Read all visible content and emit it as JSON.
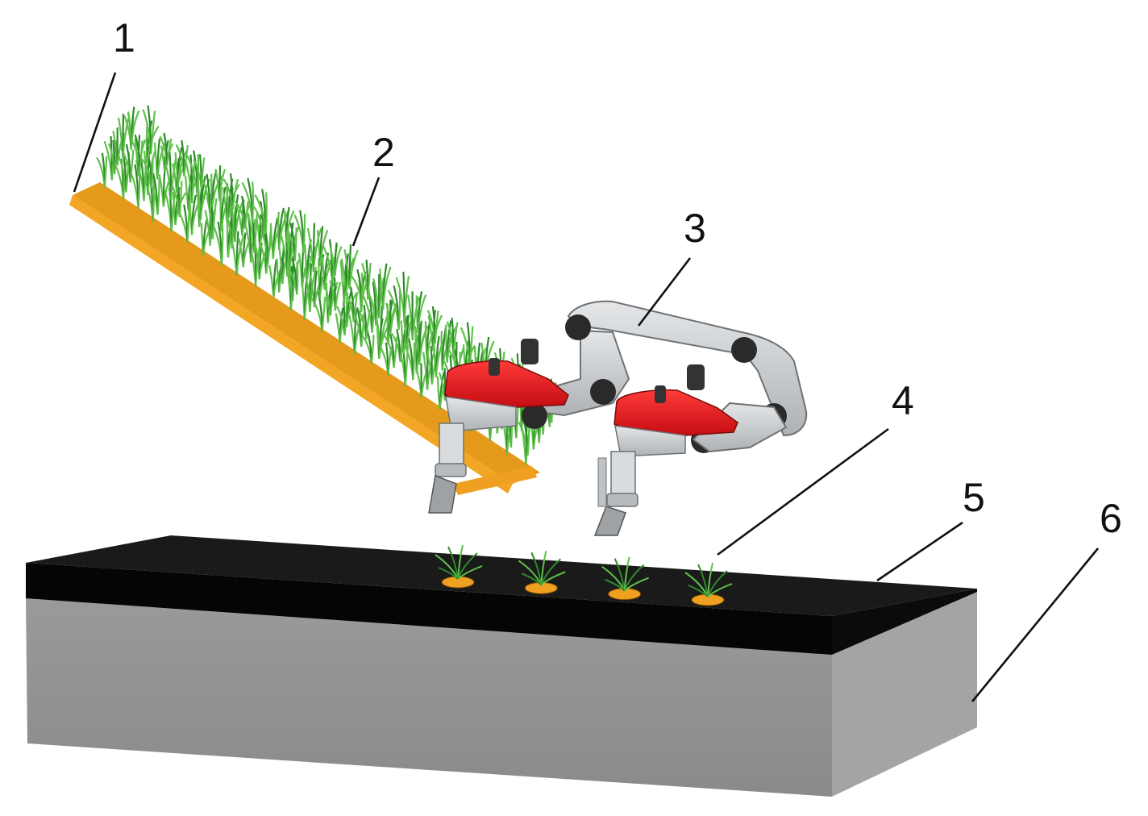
{
  "diagram": {
    "callouts": [
      {
        "id": "1",
        "label": "1"
      },
      {
        "id": "2",
        "label": "2"
      },
      {
        "id": "3",
        "label": "3"
      },
      {
        "id": "4",
        "label": "4"
      },
      {
        "id": "5",
        "label": "5"
      },
      {
        "id": "6",
        "label": "6"
      }
    ],
    "seedlings_planted": 4,
    "planting_mechanisms": 2
  },
  "colors": {
    "tray": "#f2a01c",
    "tray_dark": "#c47a0a",
    "seedling_green": "#2f8a2a",
    "seedling_light": "#5fc14a",
    "mechanism_red": "#e0141c",
    "mechanism_gray": "#c9ccce",
    "roller_dark": "#2a2a2a",
    "mulch_film": "#0e0e0e",
    "soil_bed_front": "#8f8f8f",
    "soil_bed_side": "#9c9c9c",
    "seedling_base": "#f0a020"
  }
}
